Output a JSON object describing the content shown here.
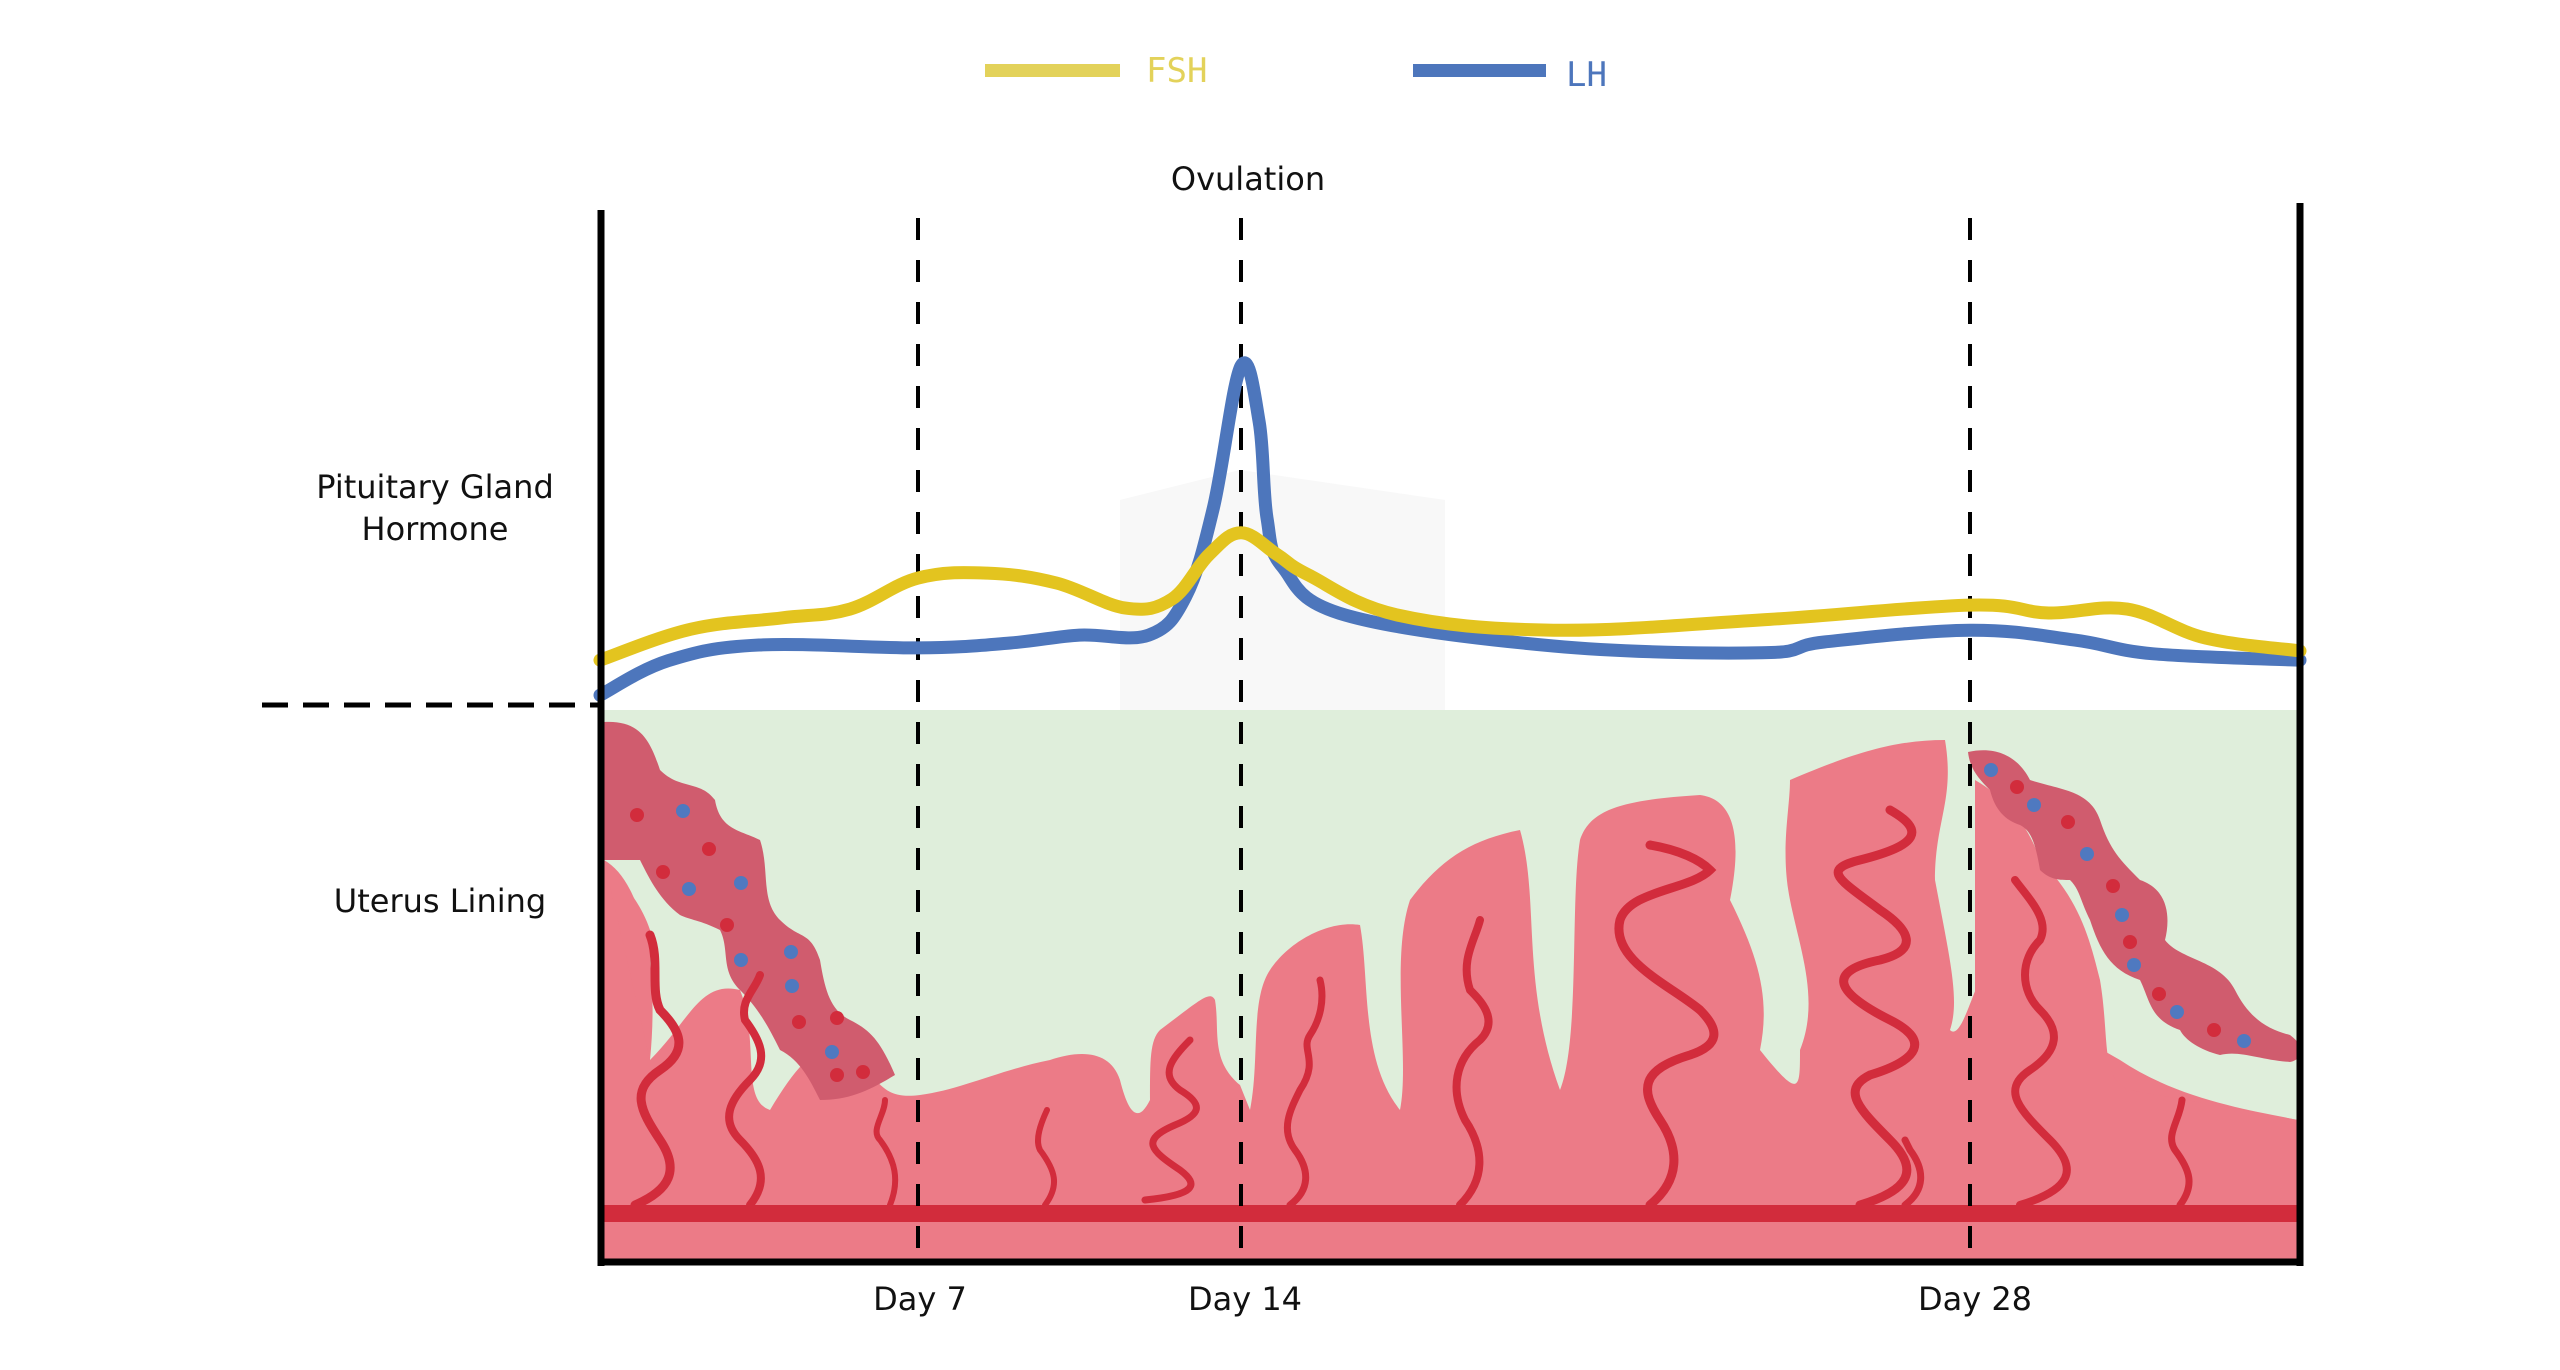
{
  "chart_data": {
    "type": "line",
    "title": "",
    "xlabel": "",
    "ylabel": "Pituitary Gland Hormone",
    "x_unit": "day of cycle",
    "y_unit": "relative hormone level (0 = baseline, 100 = top of axis)",
    "xlim": [
      0,
      34.3
    ],
    "ylim": [
      0,
      100
    ],
    "grid": false,
    "legend_position": "top-center",
    "x_ticks": [
      {
        "day": 7,
        "label": "Day 7"
      },
      {
        "day": 14,
        "label": "Day 14"
      },
      {
        "day": 28,
        "label": "Day 28"
      }
    ],
    "annotations": [
      {
        "day": 14,
        "label": "Ovulation"
      }
    ],
    "series": [
      {
        "name": "FSH",
        "color": "#e3c41f",
        "points": [
          [
            0,
            9.1
          ],
          [
            2,
            15.4
          ],
          [
            4,
            17.7
          ],
          [
            5.5,
            19.5
          ],
          [
            7,
            25.8
          ],
          [
            8.5,
            26.8
          ],
          [
            10,
            24.8
          ],
          [
            11.5,
            19.7
          ],
          [
            12.5,
            21.5
          ],
          [
            13.3,
            30.5
          ],
          [
            14,
            35.0
          ],
          [
            14.7,
            30.5
          ],
          [
            15.3,
            26.4
          ],
          [
            17,
            18.3
          ],
          [
            20,
            15.2
          ],
          [
            24,
            17.3
          ],
          [
            28,
            20.3
          ],
          [
            29.5,
            18.7
          ],
          [
            31,
            19.5
          ],
          [
            32.5,
            13.6
          ],
          [
            34.3,
            11.0
          ]
        ]
      },
      {
        "name": "LH",
        "color": "#4d76bc",
        "points": [
          [
            0,
            2.0
          ],
          [
            1.5,
            9.0
          ],
          [
            3.5,
            12.2
          ],
          [
            7,
            11.6
          ],
          [
            9,
            12.6
          ],
          [
            10.5,
            14.2
          ],
          [
            12,
            14.2
          ],
          [
            12.8,
            22.0
          ],
          [
            13.4,
            40.0
          ],
          [
            14,
            68.9
          ],
          [
            14.35,
            57.5
          ],
          [
            14.5,
            38.0
          ],
          [
            14.8,
            28.0
          ],
          [
            16,
            18.3
          ],
          [
            20,
            12.0
          ],
          [
            24,
            10.6
          ],
          [
            25.2,
            12.8
          ],
          [
            28,
            15.2
          ],
          [
            30,
            13.2
          ],
          [
            31.5,
            10.4
          ],
          [
            34.3,
            9.1
          ]
        ]
      }
    ],
    "regions": [
      {
        "name": "Pituitary Gland Hormone",
        "label_lines": [
          "Pituitary Gland",
          "Hormone"
        ]
      },
      {
        "name": "Uterus Lining",
        "label_lines": [
          "Uterus Lining"
        ]
      }
    ]
  },
  "legend": [
    {
      "label": "FSH",
      "color": "#e3c41f"
    },
    {
      "label": "LH",
      "color": "#4d76bc"
    }
  ],
  "labels": {
    "ovulation": "Ovulation",
    "pituitary_line1": "Pituitary Gland",
    "pituitary_line2": "Hormone",
    "uterus": "Uterus Lining",
    "day7": "Day 7",
    "day14": "Day 14",
    "day28": "Day 28"
  },
  "colors": {
    "lining_background": "#dfeedb",
    "endometrium": "#ec7b87",
    "shedding_tissue": "#d05c6e",
    "blood_vessel": "#d22c3c",
    "blood_cell_red": "#d22c3c",
    "blood_cell_blue": "#4f79c0"
  }
}
